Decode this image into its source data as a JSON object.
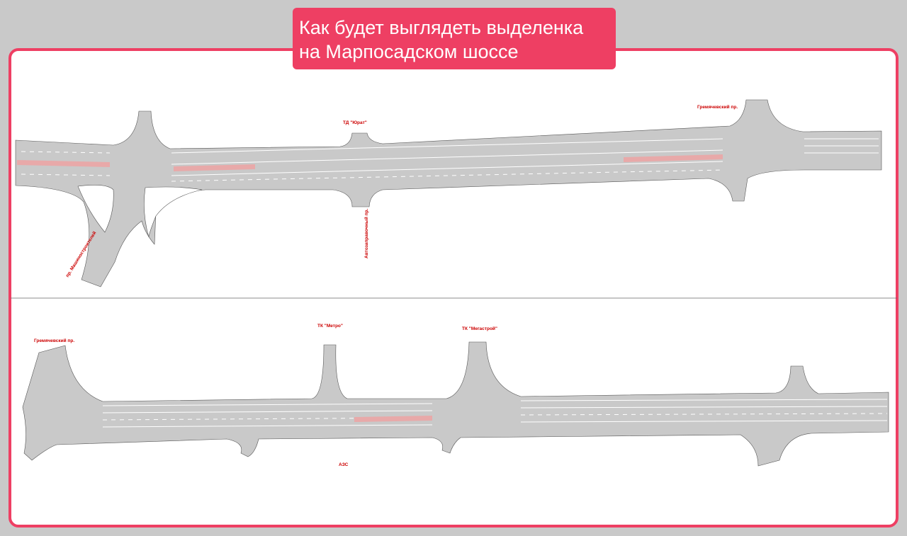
{
  "title": {
    "line1": "Как будет выглядеть выделенка",
    "line2": "на Марпосадском шоссе"
  },
  "colors": {
    "accent": "#ee3f63",
    "road": "#c9c9c9",
    "bus_lane": "#e8a9a9",
    "label": "#cc0000"
  },
  "labels": {
    "upper": {
      "gremyachevsky": "Гремячевский пр.",
      "td_yurat": "ТД \"Юрат\"",
      "avtozapravochny": "Автозаправочный пр.",
      "mashinostroiteley": "пр. Машиностроителей"
    },
    "lower": {
      "gremyachevsky": "Гремячевский пр.",
      "tk_metro": "ТК \"Метро\"",
      "tk_megastroy": "ТК \"Мегастрой\"",
      "azs": "АЗС"
    }
  }
}
